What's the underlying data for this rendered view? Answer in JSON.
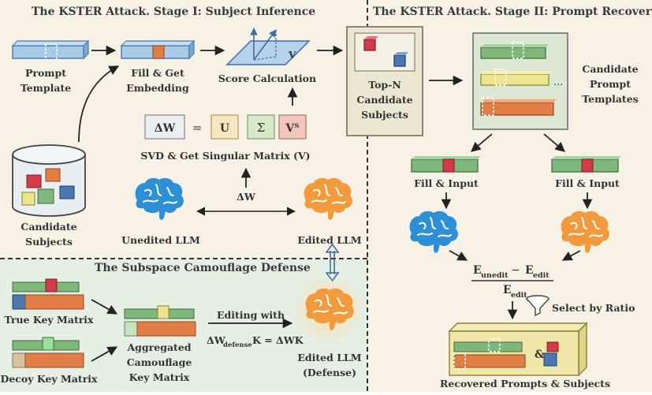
{
  "panels": {
    "stage1_title": "The KSTER Attack. Stage I: Subject Inference",
    "stage2_title": "The KSTER Attack. Stage II: Prompt Recovery",
    "defense_title": "The Subspace Camouflage Defense"
  },
  "stage1": {
    "prompt_template": [
      "Prompt",
      "Template"
    ],
    "fill_embed": [
      "Fill & Get",
      "Embedding"
    ],
    "score": "Score Calculation",
    "v_label": "V",
    "top_n": [
      "Top-N",
      "Candidate",
      "Subjects"
    ],
    "candidate_subjects": [
      "Candidate",
      "Subjects"
    ],
    "svd_dw": "ΔW",
    "svd_u": "U",
    "svd_sigma": "Σ",
    "svd_vt": "Vᵀ",
    "svd_caption": "SVD & Get  Singular Matrix (V)",
    "delta_w": "ΔW",
    "unedited": "Unedited LLM",
    "edited": "Edited LLM"
  },
  "stage2": {
    "candidate_templates": [
      "Candidate",
      "Prompt",
      "Templates"
    ],
    "ellipsis": "...",
    "fill_input_left": "Fill & Input",
    "fill_input_right": "Fill & Input",
    "formula_num_left": "E",
    "formula_num_left_sub": "unedit",
    "formula_minus": "−",
    "formula_num_right": "E",
    "formula_num_right_sub": "edit",
    "formula_den": "E",
    "formula_den_sub": "edit",
    "select_ratio": "Select by Ratio",
    "recovered": "Recovered Prompts & Subjects",
    "amp": "&"
  },
  "defense": {
    "true_key": "True Key Matrix",
    "decoy_key": "Decoy Key Matrix",
    "aggregated": [
      "Aggregated",
      "Camouflage",
      "Key Matrix"
    ],
    "editing_with": "Editing with",
    "eq_left": "ΔW",
    "eq_left_sub": "defense",
    "eq_right": "K = ΔWK",
    "edited_defense": [
      "Edited LLM",
      "(Defense)"
    ]
  },
  "colors": {
    "stage_bg": "#f8f2e6",
    "defense_bg": "#e6efe3",
    "blue_block": "#a9cbe8",
    "green_block": "#7fb87a",
    "orange_block": "#e07e45",
    "yellow_block": "#ece48e",
    "red_block": "#d33b4a",
    "brain_blue": "#2d8fd6",
    "brain_orange": "#f39a3d"
  }
}
